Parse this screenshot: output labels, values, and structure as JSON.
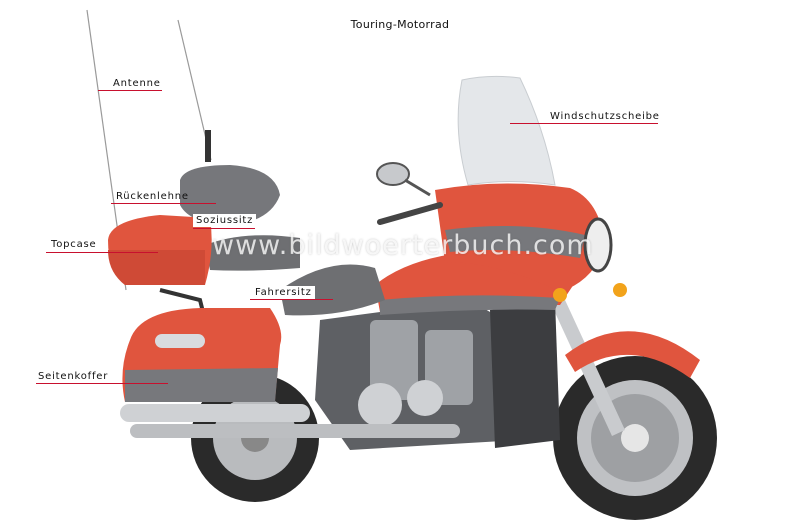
{
  "title": "Touring-Motorrad",
  "watermark": "www.bildwoerterbuch.com",
  "labels": {
    "antenne": "Antenne",
    "windschutzscheibe": "Windschutzscheibe",
    "rueckenlehne": "Rückenlehne",
    "soziussitz": "Soziussitz",
    "topcase": "Topcase",
    "fahrersitz": "Fahrersitz",
    "seitenkoffer": "Seitenkoffer"
  },
  "colors": {
    "body_red": "#e0553e",
    "body_gray": "#77787c",
    "seat_gray": "#6e6f72",
    "chrome": "#c7c9cc",
    "tire": "#2a2a2a",
    "leader_line": "#c8102e"
  }
}
